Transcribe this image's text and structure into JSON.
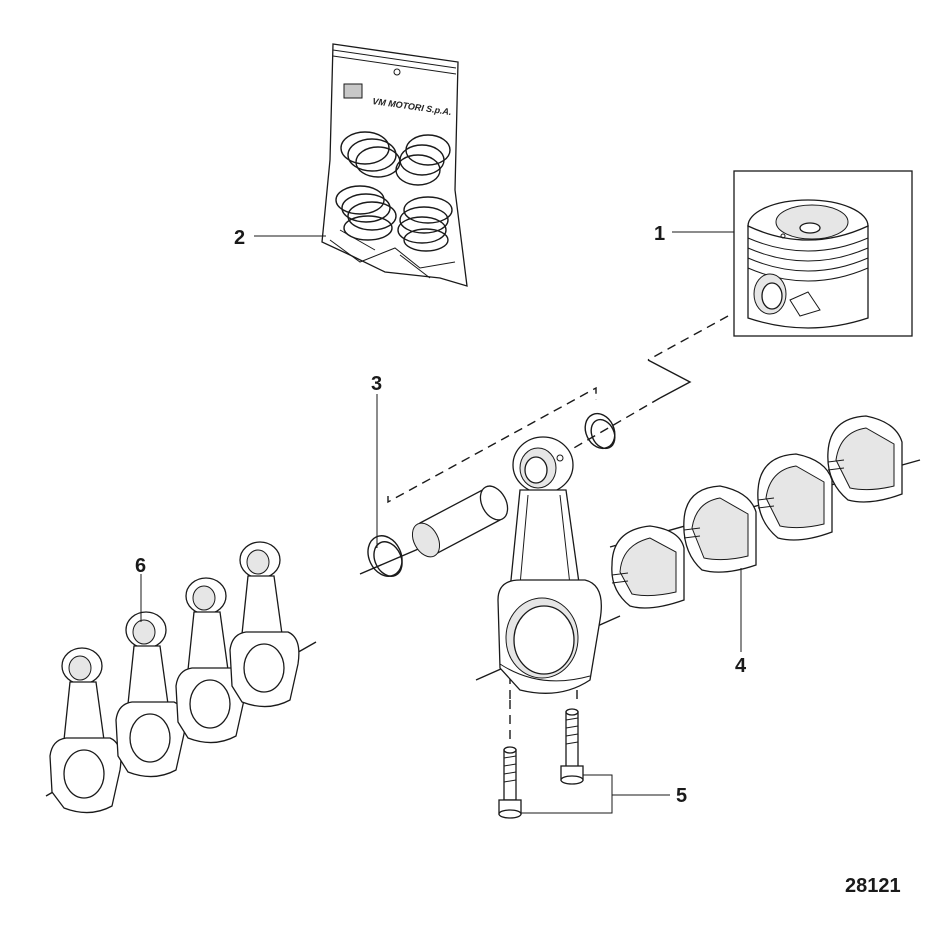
{
  "callouts": [
    {
      "id": "1",
      "label": "1"
    },
    {
      "id": "2",
      "label": "2"
    },
    {
      "id": "3",
      "label": "3"
    },
    {
      "id": "4",
      "label": "4"
    },
    {
      "id": "5",
      "label": "5"
    },
    {
      "id": "6",
      "label": "6"
    }
  ],
  "bag_label": "VM MOTORI S.p.A.",
  "figure_number": "28121"
}
